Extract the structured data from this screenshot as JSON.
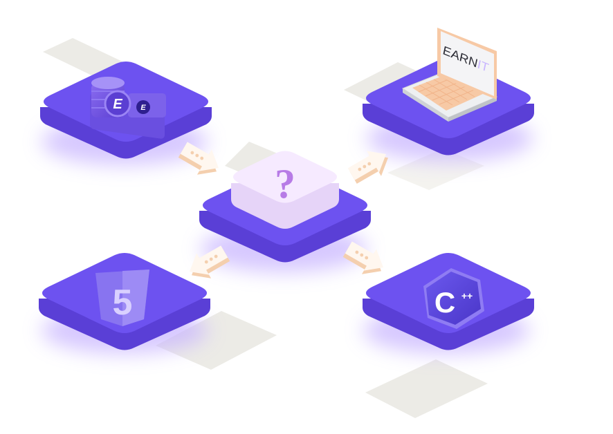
{
  "laptop_screen": {
    "word_earn": "EARN",
    "word_it": "IT"
  },
  "center_symbol": "?",
  "coin_letter": "E",
  "html5_digit": "5",
  "cpp_letter": "C",
  "cpp_plus": "++",
  "colors": {
    "platform_top": "#6d52f0",
    "platform_side": "#5a3fd6",
    "platform_glow": "#c9b6ff",
    "arrow_face": "#fff7ef",
    "arrow_side": "#f4cfae",
    "center_cube_top": "#f6eaff",
    "center_cube_side": "#e6d4f8",
    "question_mark": "#b77be6",
    "shadow_gray": "#ecebe6"
  },
  "icons": [
    "coins-stack-icon",
    "laptop-icon",
    "question-mark-icon",
    "html5-icon",
    "cpp-icon",
    "arrow-icon"
  ]
}
